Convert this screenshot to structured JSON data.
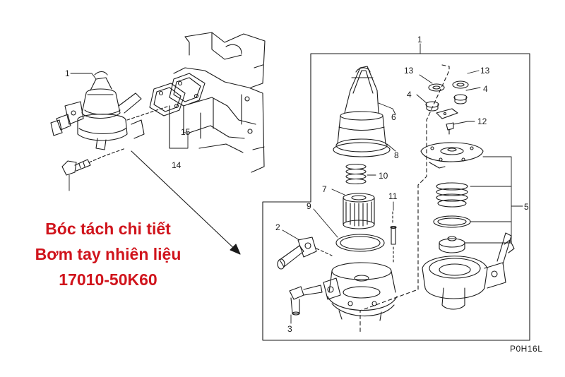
{
  "title": {
    "line1": "Bóc tách chi tiết",
    "line2": "Bơm tay nhiên liệu",
    "line3": "17010-50K60",
    "color": "#d0141c"
  },
  "figure_code": "P0H16L",
  "callouts": {
    "assembly_1": "1",
    "gasket_15": "15",
    "gasket_14": "14",
    "box_1": "1",
    "n13_left": "13",
    "n13_right": "13",
    "n4_left": "4",
    "n4_right": "4",
    "n12": "12",
    "n6": "6",
    "n8": "8",
    "n10": "10",
    "n7": "7",
    "n11": "11",
    "n9": "9",
    "n2": "2",
    "n3": "3",
    "n5": "5"
  },
  "colors": {
    "line": "#1a1a1a"
  }
}
